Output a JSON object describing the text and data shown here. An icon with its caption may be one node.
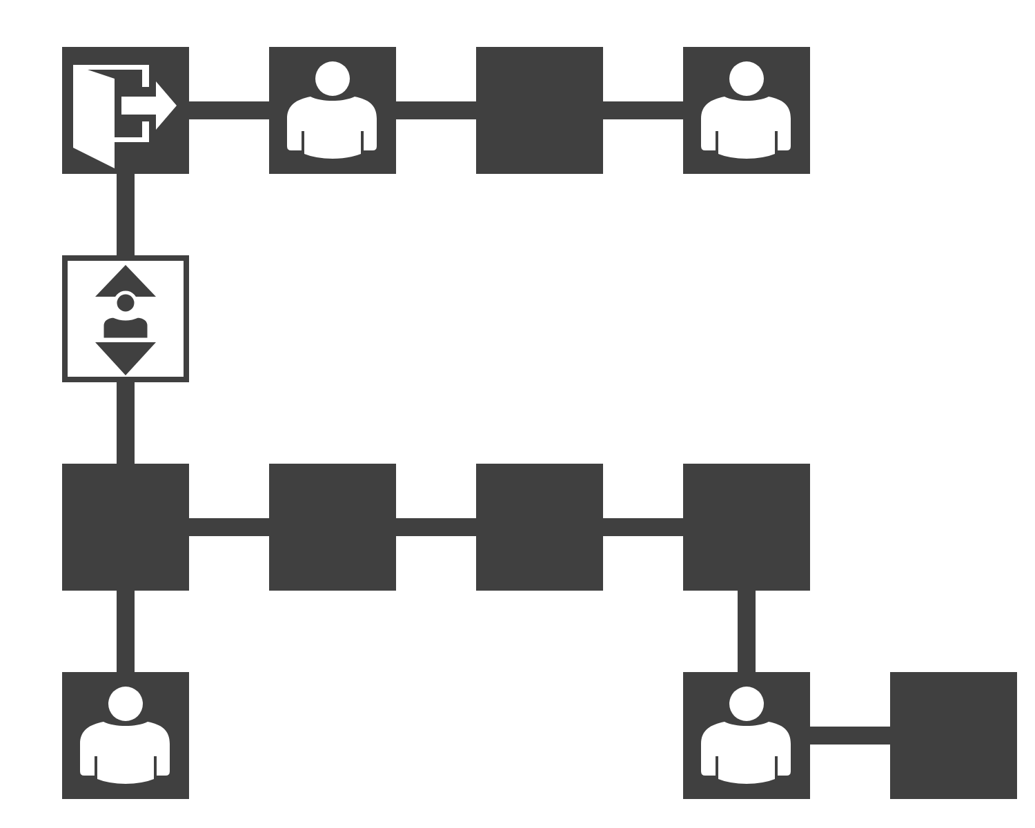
{
  "diagram": {
    "nodes": [
      {
        "text": [],
        "shape": "picture"
      },
      {
        "text": [],
        "shape": "picture"
      },
      {
        "text": [],
        "shape": "box"
      },
      {
        "text": [],
        "shape": "picture"
      },
      {
        "text": [],
        "shape": "picture"
      },
      {
        "text": [],
        "shape": "box"
      },
      {
        "text": [],
        "shape": "box"
      },
      {
        "text": [],
        "shape": "box"
      },
      {
        "text": [],
        "shape": "box"
      },
      {
        "text": [],
        "shape": "picture"
      },
      {
        "text": [],
        "shape": "picture"
      },
      {
        "text": [],
        "shape": "box"
      }
    ],
    "edges": [
      {
        "from": 0,
        "to": 1,
        "arrow": "none"
      },
      {
        "from": 1,
        "to": 2,
        "arrow": "none"
      },
      {
        "from": 2,
        "to": 3,
        "arrow": "none"
      },
      {
        "from": 0,
        "to": 4,
        "arrow": "none"
      },
      {
        "from": 4,
        "to": 5,
        "arrow": "none"
      },
      {
        "from": 5,
        "to": 6,
        "arrow": "none"
      },
      {
        "from": 6,
        "to": 7,
        "arrow": "none"
      },
      {
        "from": 7,
        "to": 8,
        "arrow": "none"
      },
      {
        "from": 5,
        "to": 9,
        "arrow": "none"
      },
      {
        "from": 8,
        "to": 10,
        "arrow": "none"
      },
      {
        "from": 10,
        "to": 11,
        "arrow": "none"
      }
    ]
  }
}
